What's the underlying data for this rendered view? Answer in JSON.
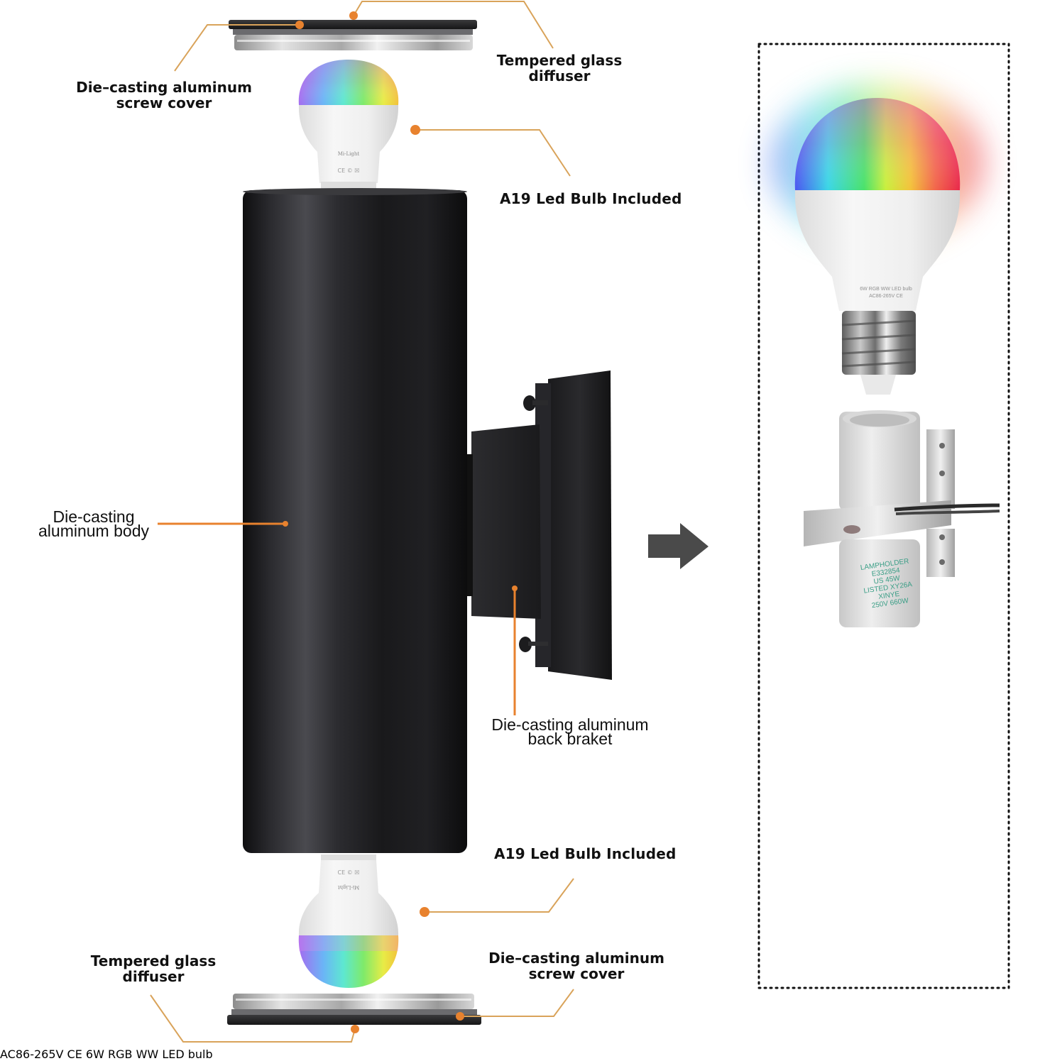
{
  "diagram": {
    "type": "exploded-product-view",
    "subject": "Up/down cylinder outdoor wall sconce with RGB A19 LED bulbs",
    "accent_color": "#e8822e",
    "leader_line_color": "#d9a35a",
    "body_color": "#1c1c1e",
    "arrow_color": "#4a4a4a"
  },
  "labels": {
    "top_screw_cover": {
      "line1": "Die–casting aluminum",
      "line2": "screw cover"
    },
    "top_glass": {
      "line1": "Tempered glass",
      "line2": "diffuser"
    },
    "top_bulb": {
      "text": "A19 Led Bulb Included"
    },
    "body": {
      "line1": "Die-casting",
      "line2": "aluminum body"
    },
    "bracket": {
      "line1": "Die-casting aluminum",
      "line2": "back braket"
    },
    "bottom_bulb": {
      "text": "A19 Led Bulb Included"
    },
    "bottom_glass": {
      "line1": "Tempered glass",
      "line2": "diffuser"
    },
    "bottom_screw_cover": {
      "line1": "Die–casting aluminum",
      "line2": "screw cover"
    }
  },
  "small_bulb_print": {
    "brand": "Mi-Light",
    "marks": "CE © ☒"
  },
  "large_bulb_print": {
    "line1": "6W RGB WW LED bulb",
    "line2": "AC86-265V CE"
  },
  "lampholder_print": {
    "line1": "LAMPHOLDER",
    "line2": "E332854",
    "line3": "US  45W",
    "line4": "LISTED  XY26A",
    "line5": "XINYE",
    "line6": "250V  660W"
  },
  "icons": {
    "arrow": "arrow-right-icon"
  }
}
